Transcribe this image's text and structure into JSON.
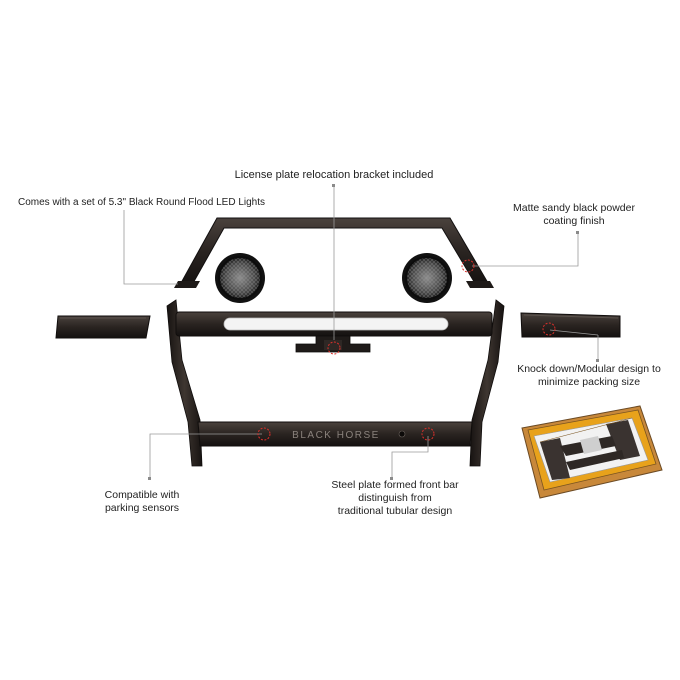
{
  "annotations": {
    "license_plate": "License plate relocation bracket included",
    "led_lights": "Comes with a set of 5.3\" Black Round Flood LED Lights",
    "powder_coating_line1": "Matte sandy black powder",
    "powder_coating_line2": "coating finish",
    "modular_line1": "Knock down/Modular design to",
    "modular_line2": "minimize  packing size",
    "parking_line1": "Compatible with",
    "parking_line2": "parking sensors",
    "steel_plate_line1": "Steel plate formed  front  bar",
    "steel_plate_line2": "distinguish from",
    "steel_plate_line3": "traditional tubular design"
  },
  "product": {
    "brand_embossing": "BLACK HORSE"
  },
  "colors": {
    "frame": "#2b2522",
    "frame_dark": "#151210",
    "highlight": "#5a524c",
    "callout_line": "#9a9a9a",
    "callout_marker": "#d9302b",
    "box_yellow": "#e8a21b"
  }
}
